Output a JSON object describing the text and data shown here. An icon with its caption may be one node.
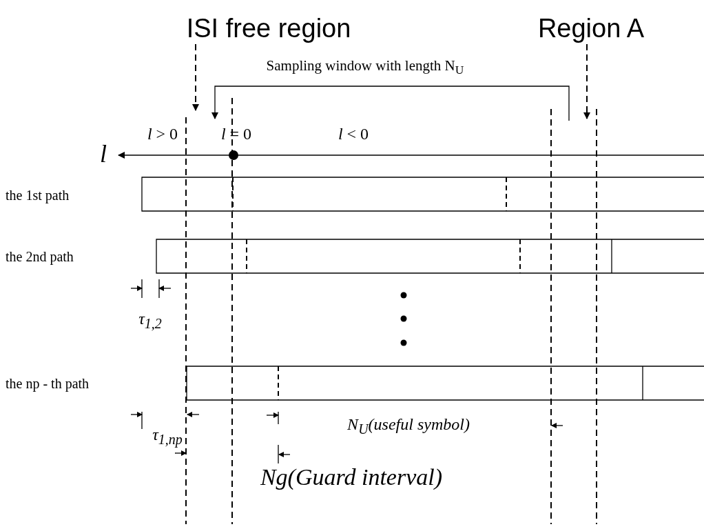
{
  "diagram": {
    "nodes": [
      {
        "text": [
          "ISI free region"
        ]
      },
      {
        "text": [
          "Region A"
        ]
      }
    ],
    "edges": [
      {
        "from": 0,
        "to": null,
        "arrow": "to",
        "style": "dashed"
      },
      {
        "from": 1,
        "to": null,
        "arrow": "to",
        "style": "dashed"
      }
    ],
    "labels": [
      "Sampling window with length N$_{U}$",
      "*l* > 0",
      "*l* = 0",
      "*l* < 0",
      "l",
      "the 1st path",
      "the 2nd path",
      "τ$_{1,2}$",
      "the np - th path",
      "τ$_{1,np}$",
      "*N*$_{U}$(useful symbol)",
      "Ng(Guard interval)"
    ]
  }
}
